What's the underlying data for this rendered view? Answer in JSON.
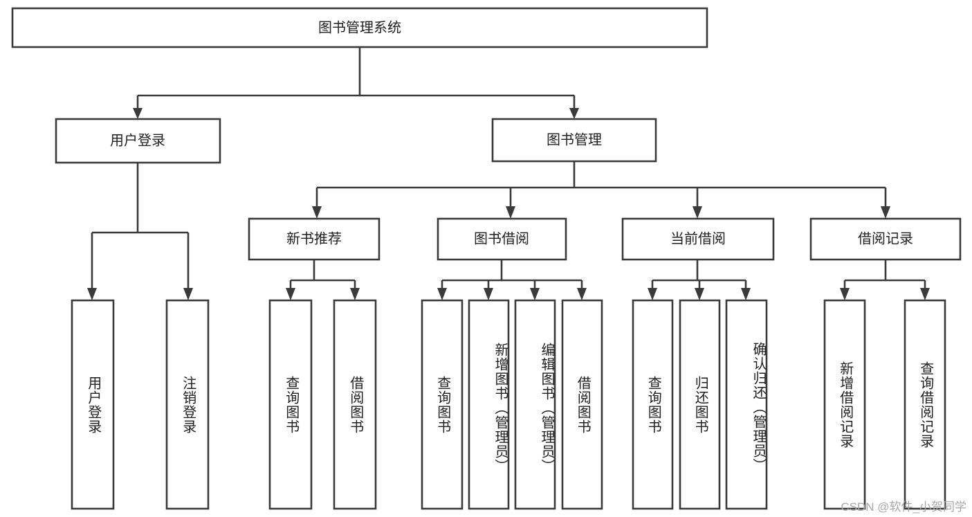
{
  "diagram": {
    "type": "tree-hierarchy",
    "title": "图书管理系统",
    "watermark": "CSDN @软件_小贺同学",
    "colors": {
      "stroke": "#3a3a3a",
      "fill": "#ffffff",
      "text": "#1f1f1f",
      "background": "#ffffff",
      "watermark": "#a8a8a8"
    },
    "levels": {
      "level0": {
        "nodes": [
          {
            "id": "root",
            "label": "图书管理系统",
            "orientation": "horizontal"
          }
        ]
      },
      "level1": {
        "nodes": [
          {
            "id": "user-login",
            "label": "用户登录",
            "orientation": "horizontal",
            "parent": "root"
          },
          {
            "id": "book-manage",
            "label": "图书管理",
            "orientation": "horizontal",
            "parent": "root"
          }
        ]
      },
      "level2": {
        "nodes": [
          {
            "id": "new-book-recommend",
            "label": "新书推荐",
            "orientation": "horizontal",
            "parent": "book-manage"
          },
          {
            "id": "book-borrow",
            "label": "图书借阅",
            "orientation": "horizontal",
            "parent": "book-manage"
          },
          {
            "id": "current-borrow",
            "label": "当前借阅",
            "orientation": "horizontal",
            "parent": "book-manage"
          },
          {
            "id": "borrow-record",
            "label": "借阅记录",
            "orientation": "horizontal",
            "parent": "book-manage"
          }
        ]
      },
      "level3": {
        "nodes": [
          {
            "id": "leaf-user-login",
            "label": "用户登录",
            "orientation": "vertical",
            "parent": "user-login"
          },
          {
            "id": "leaf-logout",
            "label": "注销登录",
            "orientation": "vertical",
            "parent": "user-login"
          },
          {
            "id": "leaf-query-book-1",
            "label": "查询图书",
            "orientation": "vertical",
            "parent": "new-book-recommend"
          },
          {
            "id": "leaf-borrow-book-1",
            "label": "借阅图书",
            "orientation": "vertical",
            "parent": "new-book-recommend"
          },
          {
            "id": "leaf-query-book-2",
            "label": "查询图书",
            "orientation": "vertical",
            "parent": "book-borrow"
          },
          {
            "id": "leaf-add-book",
            "label": "新增图书（管理员）",
            "orientation": "vertical",
            "parent": "book-borrow"
          },
          {
            "id": "leaf-edit-book",
            "label": "编辑图书（管理员）",
            "orientation": "vertical",
            "parent": "book-borrow"
          },
          {
            "id": "leaf-borrow-book-2",
            "label": "借阅图书",
            "orientation": "vertical",
            "parent": "book-borrow"
          },
          {
            "id": "leaf-query-book-3",
            "label": "查询图书",
            "orientation": "vertical",
            "parent": "current-borrow"
          },
          {
            "id": "leaf-return-book",
            "label": "归还图书",
            "orientation": "vertical",
            "parent": "current-borrow"
          },
          {
            "id": "leaf-confirm-return",
            "label": "确认归还（管理员）",
            "orientation": "vertical",
            "parent": "current-borrow"
          },
          {
            "id": "leaf-add-record",
            "label": "新增借阅记录",
            "orientation": "vertical",
            "parent": "borrow-record"
          },
          {
            "id": "leaf-query-record",
            "label": "查询借阅记录",
            "orientation": "vertical",
            "parent": "borrow-record"
          }
        ]
      }
    }
  }
}
